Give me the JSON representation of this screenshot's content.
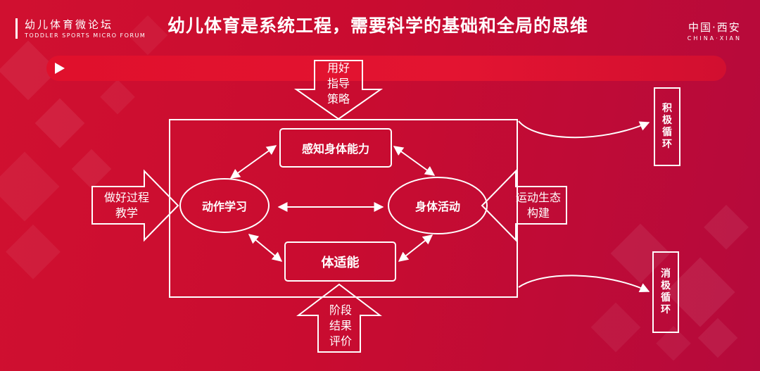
{
  "header": {
    "brand_cn": "幼儿体育微论坛",
    "brand_en": "TODDLER SPORTS MICRO FORUM",
    "title": "幼儿体育是系统工程，需要科学的基础和全局的思维",
    "location_cn": "中国·西安",
    "location_en": "CHINA·XIAN"
  },
  "banner": {
    "icon": "play-icon"
  },
  "diagram": {
    "nodes": {
      "perception": "感知身体能力",
      "movement_learning": "动作学习",
      "physical_activity": "身体活动",
      "fitness": "体适能"
    },
    "arrows_in": {
      "top": [
        "用好",
        "指导",
        "策略"
      ],
      "left": [
        "做好过程",
        "教学"
      ],
      "right": [
        "运动生态",
        "构建"
      ],
      "bottom": [
        "阶段",
        "结果",
        "评价"
      ]
    },
    "outcomes": {
      "positive": [
        "积",
        "极",
        "循",
        "环"
      ],
      "negative": [
        "消",
        "极",
        "循",
        "环"
      ]
    }
  },
  "colors": {
    "background": "#c90c30",
    "accent": "#e31431",
    "line": "#ffffff"
  }
}
